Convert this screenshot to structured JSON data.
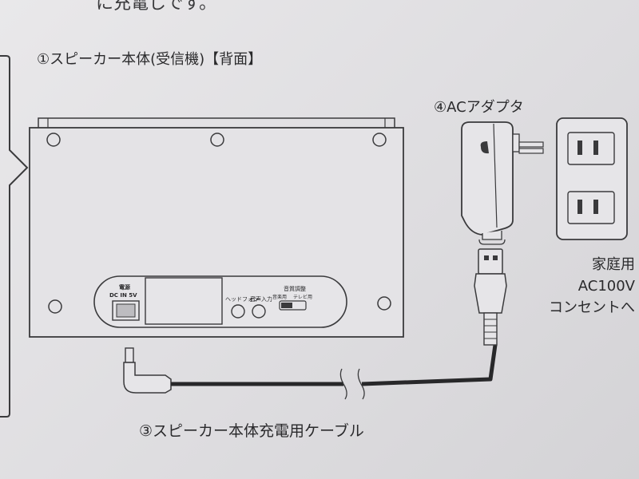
{
  "top_fragment": "に充電しです。",
  "labels": {
    "speaker_unit": "①スピーカー本体(受信機)【背面】",
    "ac_adapter": "④ACアダプタ",
    "cable": "③スピーカー本体充電用ケーブル",
    "outlet_line1": "家庭用",
    "outlet_line2": "AC100V",
    "outlet_line3": "コンセントへ"
  },
  "panel": {
    "power_label": "電源",
    "dc_in": "DC IN 5V",
    "headphone": "ヘッドフォン",
    "audio_in": "音声入力",
    "tone_title": "音質調整",
    "tone_music": "音楽用",
    "tone_tv": "テレビ用"
  }
}
